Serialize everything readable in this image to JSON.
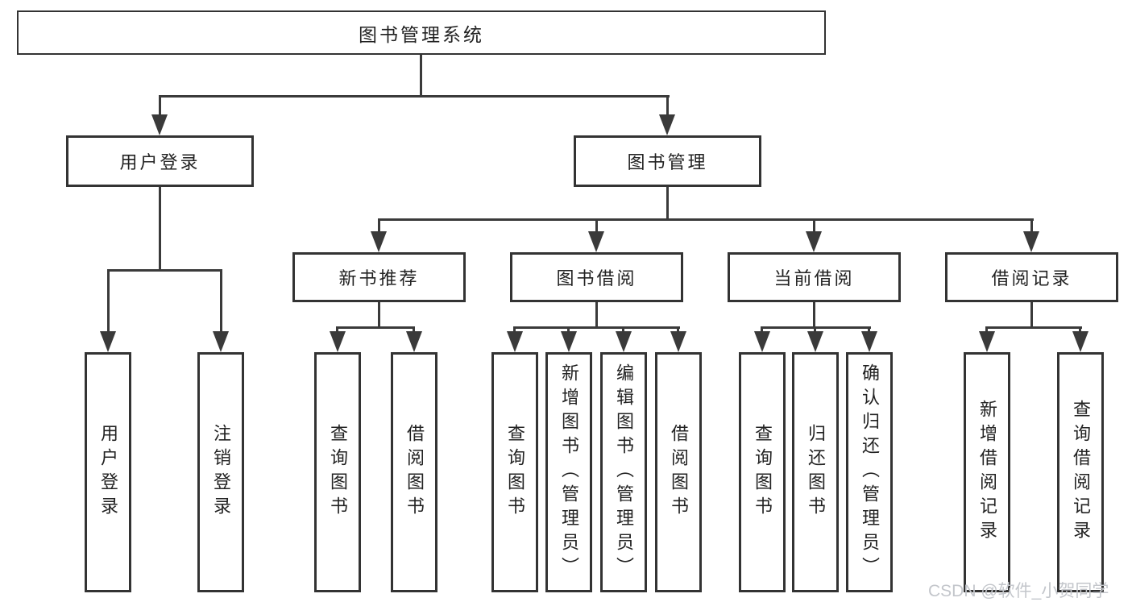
{
  "diagram_type": "hierarchy-tree",
  "nodes": {
    "root": {
      "label": "图书管理系统"
    },
    "user_login": {
      "label": "用户登录"
    },
    "book_mgmt": {
      "label": "图书管理"
    },
    "new_book": {
      "label": "新书推荐"
    },
    "borrow": {
      "label": "图书借阅"
    },
    "current": {
      "label": "当前借阅"
    },
    "records": {
      "label": "借阅记录"
    },
    "leaves": {
      "ul_login": "用户登录",
      "ul_logout": "注销登录",
      "nb_query": "查询图书",
      "nb_borrow": "借阅图书",
      "bb_query": "查询图书",
      "bb_add": "新增图书（管理员）",
      "bb_edit": "编辑图书（管理员）",
      "bb_borrow": "借阅图书",
      "cb_query": "查询图书",
      "cb_return": "归还图书",
      "cb_confirm": "确认归还（管理员）",
      "br_add": "新增借阅记录",
      "br_query": "查询借阅记录"
    }
  },
  "hierarchy": {
    "图书管理系统": {
      "用户登录": [
        "用户登录",
        "注销登录"
      ],
      "图书管理": {
        "新书推荐": [
          "查询图书",
          "借阅图书"
        ],
        "图书借阅": [
          "查询图书",
          "新增图书（管理员）",
          "编辑图书（管理员）",
          "借阅图书"
        ],
        "当前借阅": [
          "查询图书",
          "归还图书",
          "确认归还（管理员）"
        ],
        "借阅记录": [
          "新增借阅记录",
          "查询借阅记录"
        ]
      }
    }
  },
  "watermark": {
    "text": "CSDN @软件_小贺同学"
  },
  "colors": {
    "line": "#3a3a3a",
    "box_border": "#333333",
    "box_fill": "#ffffff",
    "text": "#222222",
    "watermark": "#c3c6cb",
    "background": "#ffffff"
  }
}
